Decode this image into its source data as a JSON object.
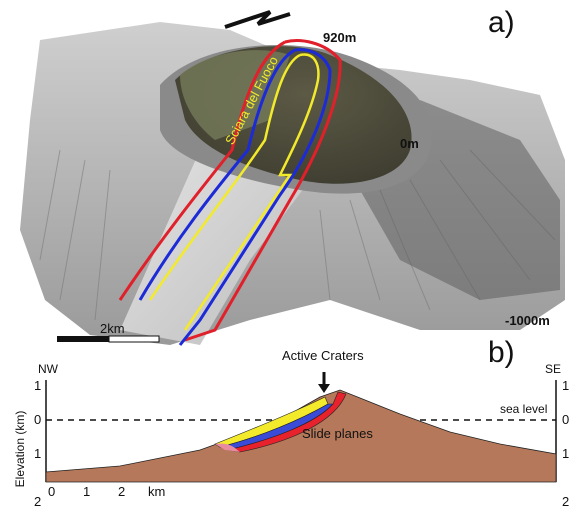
{
  "panel_a": {
    "label": "a)",
    "scale_label": "2km",
    "elevation_labels": {
      "summit": "920m",
      "shore": "0m",
      "deep": "-1000m"
    },
    "feature_label": "Sciara del Fuoco",
    "colors": {
      "red": "#e0202a",
      "blue": "#1c2bd6",
      "yellow": "#f2ea2a",
      "terrain_top": "#6b6b4b"
    }
  },
  "panel_b": {
    "label": "b)",
    "left_direction": "NW",
    "right_direction": "SE",
    "ylabel": "Elevation (km)",
    "left_ticks": [
      "1",
      "0",
      "1",
      "2"
    ],
    "right_ticks": [
      "1",
      "0",
      "1",
      "2"
    ],
    "x_ticks": [
      "0",
      "1",
      "2"
    ],
    "x_unit": "km",
    "annotations": {
      "active_craters": "Active Craters",
      "sea_level": "sea level",
      "slide_planes": "Slide planes"
    },
    "colors": {
      "terrain": "#b5785a",
      "yellow": "#f2ea2a",
      "blue": "#3a4bd8",
      "red": "#e8222c",
      "pink": "#e88aa0"
    }
  }
}
